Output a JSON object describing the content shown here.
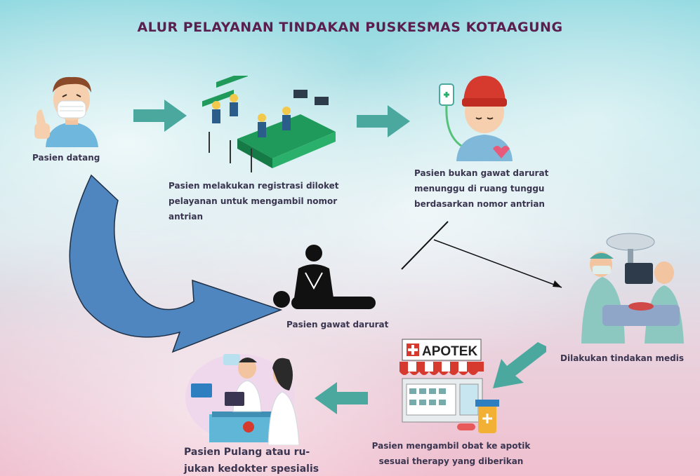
{
  "title": "ALUR PELAYANAN TINDAKAN PUSKESMAS KOTAAGUNG",
  "steps": {
    "datang": "Pasien datang",
    "registrasi": "Pasien melakukan registrasi diloket pelayanan untuk mengambil nomor antrian",
    "tunggu": "Pasien bukan gawat darurat menunggu di ruang tunggu berdasarkan nomor antrian",
    "darurat": "Pasien gawat darurat",
    "tindakan": "Dilakukan tindakan medis",
    "apotik": "Pasien mengambil obat ke apotik sesuai therapy yang diberikan",
    "pulang": "Pasien Pulang atau ru-jukan kedokter spesialis"
  },
  "apotek_sign": "APOTEK",
  "icons": [
    "patient-icon",
    "registration-queue-icon",
    "waiting-patient-icon",
    "emergency-cpr-icon",
    "surgery-icon",
    "pharmacy-icon",
    "doctor-consultation-icon"
  ],
  "colors": {
    "arrow_teal": "#4aa89f",
    "arrow_blue": "#4f86bf",
    "title": "#5b1f4f",
    "text": "#3a3550"
  }
}
